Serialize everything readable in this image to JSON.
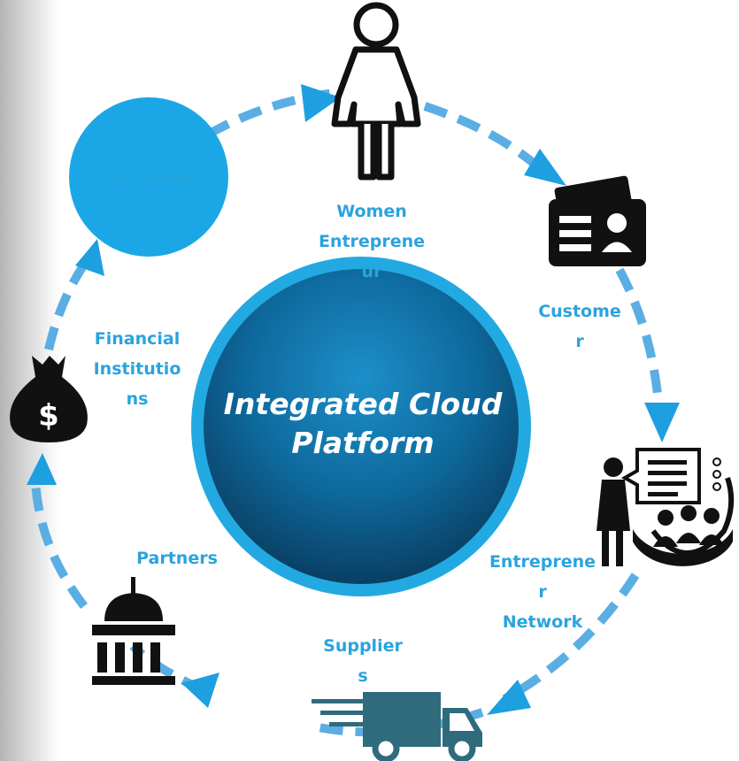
{
  "center": {
    "title": "Integrated Cloud\nPlatform"
  },
  "nodes": {
    "un_women": {
      "label": "UN Women",
      "icon": "circle-node"
    },
    "women_entrepreneur": {
      "label": "Women\nEntreprene\nur",
      "icon": "woman-icon"
    },
    "customer": {
      "label": "Custome\nr",
      "icon": "id-card-icon"
    },
    "entrepreneur_network": {
      "label": "Entreprene\nr\nNetwork",
      "icon": "presentation-group-icon"
    },
    "suppliers": {
      "label": "Supplier\ns",
      "icon": "delivery-truck-icon"
    },
    "partners": {
      "label": "Partners",
      "icon": "government-building-icon"
    },
    "financial_institutions": {
      "label": "Financial\nInstitutio\nns",
      "icon": "money-bag-icon"
    }
  },
  "colors": {
    "accent": "#2ba3de",
    "ring": "#5aaee4",
    "arrow": "#1e9fe0",
    "center_dark": "#0c4f78",
    "center_light": "#1fa0dc",
    "truck": "#2f6b7d",
    "icon": "#111111"
  }
}
